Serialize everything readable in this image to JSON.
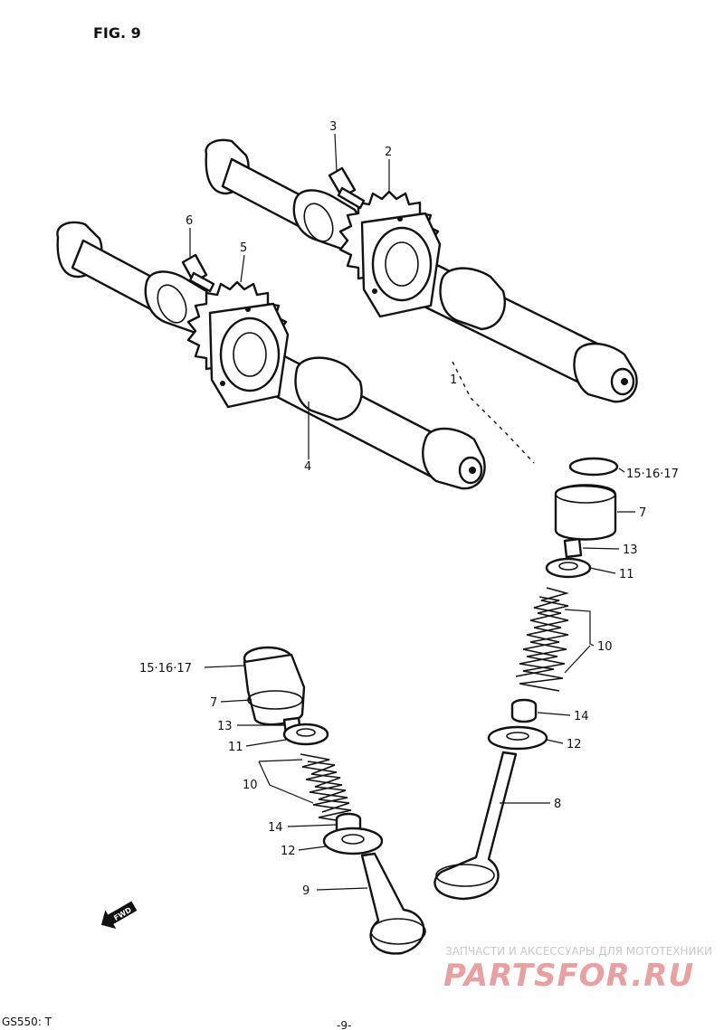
{
  "figure": {
    "title": "FIG. 9",
    "model_code": "GS550: T",
    "page_number": "-9-"
  },
  "callouts": {
    "c1": "1",
    "c2": "2",
    "c3": "3",
    "c4": "4",
    "c5": "5",
    "c6": "6",
    "c7a": "7",
    "c7b": "7",
    "c8": "8",
    "c9": "9",
    "c10a": "10",
    "c10b": "10",
    "c11a": "11",
    "c11b": "11",
    "c12a": "12",
    "c12b": "12",
    "c13a": "13",
    "c13b": "13",
    "c14a": "14",
    "c14b": "14",
    "c151617a": "15·16·17",
    "c151617b": "15·16·17"
  },
  "fwd_marker": "FWD",
  "watermark": {
    "tagline": "ЗАПЧАСТИ И АКСЕССУАРЫ ДЛЯ МОТОТЕХНИКИ",
    "logo": "PARTSFOR.RU",
    "logo_color": "#e8a0a0"
  }
}
